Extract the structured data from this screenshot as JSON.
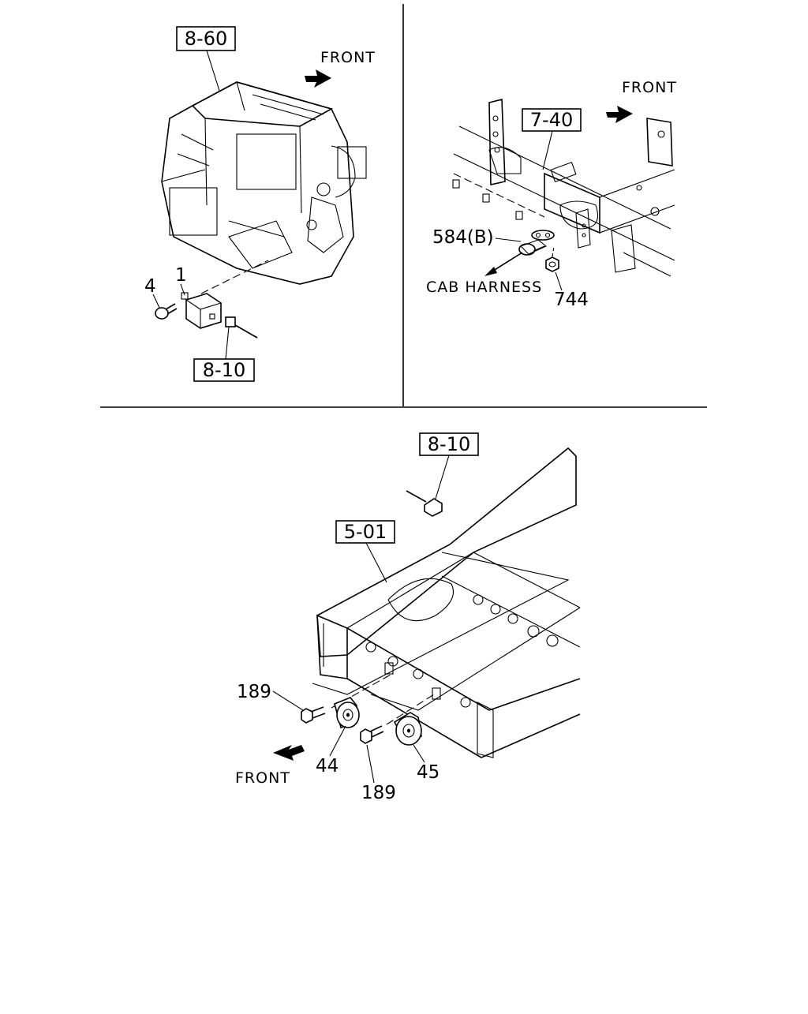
{
  "panel_top_left": {
    "ref_box_1": "8-60",
    "ref_box_2": "8-10",
    "front_label": "FRONT",
    "callouts": {
      "part_1": "1",
      "part_4": "4"
    }
  },
  "panel_top_right": {
    "ref_box": "7-40",
    "front_label": "FRONT",
    "cab_harness_label": "CAB HARNESS",
    "callouts": {
      "part_584": "584(B)",
      "part_744": "744"
    }
  },
  "panel_bottom": {
    "ref_box_1": "8-10",
    "ref_box_2": "5-01",
    "front_label": "FRONT",
    "callouts": {
      "bolt_a": "189",
      "bolt_b": "189",
      "horn_44": "44",
      "horn_45": "45"
    }
  }
}
